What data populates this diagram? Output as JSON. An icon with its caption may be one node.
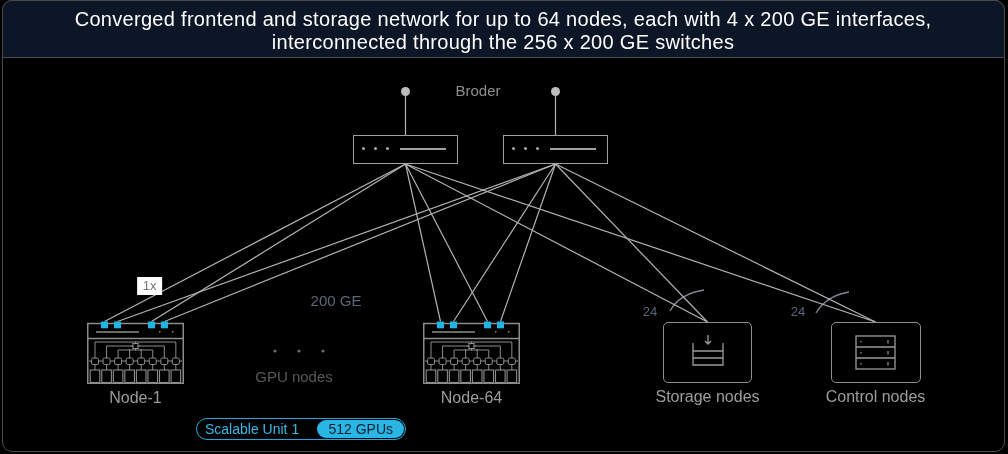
{
  "diagram": {
    "title": "Converged frontend and storage network for up to 64 nodes, each with 4 x 200 GE interfaces, interconnected through the 256 x 200 GE switches",
    "nodes": [
      {
        "text": [],
        "shape": "circle"
      },
      {
        "text": [],
        "shape": "circle"
      },
      {
        "text": [],
        "shape": "box"
      },
      {
        "text": [],
        "shape": "box"
      },
      {
        "text": [
          "Node-1"
        ]
      },
      {
        "text": [
          "Node-64"
        ]
      },
      {
        "text": [
          "Storage nodes"
        ]
      },
      {
        "text": [
          "Control nodes"
        ]
      },
      {
        "text": [
          "Scalable Unit 1",
          "512 GPUs"
        ]
      }
    ],
    "edges": [
      {
        "from": 0,
        "to": 2,
        "arrow": "none"
      },
      {
        "from": 1,
        "to": 3,
        "arrow": "none"
      },
      {
        "from": 2,
        "to": 4,
        "arrow": "none",
        "label": "1x"
      },
      {
        "from": 2,
        "to": 4,
        "arrow": "none"
      },
      {
        "from": 3,
        "to": 4,
        "arrow": "none"
      },
      {
        "from": 3,
        "to": 4,
        "arrow": "none"
      },
      {
        "from": 2,
        "to": 5,
        "arrow": "none"
      },
      {
        "from": 2,
        "to": 5,
        "arrow": "none"
      },
      {
        "from": 3,
        "to": 5,
        "arrow": "none"
      },
      {
        "from": 3,
        "to": 5,
        "arrow": "none"
      },
      {
        "from": 2,
        "to": 6,
        "arrow": "none"
      },
      {
        "from": 2,
        "to": 7,
        "arrow": "none"
      },
      {
        "from": 3,
        "to": 6,
        "arrow": "none"
      },
      {
        "from": 3,
        "to": 7,
        "arrow": "none"
      }
    ],
    "labels": [
      "Broder",
      "200 GE",
      "24",
      "24",
      "GPU nodes"
    ]
  }
}
